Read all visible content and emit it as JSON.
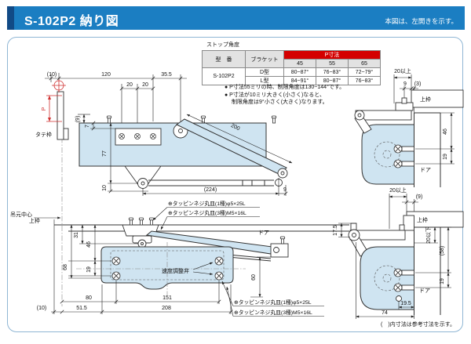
{
  "header": {
    "model": "S-102P2",
    "doc_type": "納り図",
    "note": "本図は、左開きを示す。"
  },
  "spec_table": {
    "caption": "ストップ角度",
    "col_model": "型　番",
    "col_bracket": "ブラケット",
    "col_p": "P寸法",
    "p45": "45",
    "p55": "55",
    "p65": "65",
    "model": "S-102P2",
    "row_d": {
      "bracket": "D型",
      "p45": "80~87°",
      "p55": "76~83°",
      "p65": "72~79°"
    },
    "row_l": {
      "bracket": "L型",
      "p45": "84~91°",
      "p55": "80~87°",
      "p65": "76~83°"
    }
  },
  "notes": {
    "line1": "● P寸法55ミリの時、制限角度は130~144°です。",
    "line2": "● P寸法が10ミリ大きく(小さく)なると、",
    "line3": "制限角度は9°小さく(大きく)なります。"
  },
  "plan_view": {
    "dim_offset": "(10)",
    "dim_120": "120",
    "dim_35_5": "35.5",
    "dim_20a": "20",
    "dim_20b": "20",
    "dim_p": "P",
    "label_frame": "タテ枠",
    "dim_9ref": "(9)",
    "dim_7": "7",
    "dim_77": "77",
    "dim_10": "10",
    "dim_200": "200",
    "dim_224": "(224)",
    "dim_9": "9",
    "screw_a": "⊕タッピンネジ丸皿(1種)φ5×25L",
    "screw_b": "⊕タッピンネジ丸皿(3種)M5×16L"
  },
  "front_view": {
    "label_center": "吊元中心",
    "label_frame": "上枠",
    "label_door": "ドア",
    "dim_31": "31",
    "dim_46": "46",
    "dim_19": "19",
    "dim_68": "68",
    "dim_60": "60",
    "label_valve": "速度調整弁",
    "dim_80": "80",
    "dim_151": "151",
    "dim_208": "208",
    "dim_51_5": "51.5",
    "dim_10ref": "(10)",
    "screw_a": "⊕タッピンネジ丸皿(1種)φ5×25L",
    "screw_b": "⊕タッピンネジ丸皿(3種)M5×16L"
  },
  "side_top": {
    "dim_20": "20以上",
    "dim_9": "9",
    "dim_3": "(3)",
    "label_frame": "上枠",
    "dim_46": "46",
    "dim_19": "19",
    "label_door": "ドア"
  },
  "side_bottom": {
    "dim_20": "20以上",
    "dim_9ref": "(9)",
    "dim_17_5": "17.5",
    "label_frame": "上枠",
    "dim_20max": "20以下",
    "dim_58": "(58)",
    "dim_19": "19",
    "label_door": "ドア",
    "dim_19_5": "19.5",
    "dim_74": "74"
  },
  "footer": {
    "ref_note": "(　)内寸法は参考寸法を示す。"
  },
  "colors": {
    "accent_blue": "#1b7ec2",
    "accent_dark": "#114a86",
    "table_red": "#d40000",
    "body_fill": "#cfe4f1",
    "dim_red": "#d03030"
  }
}
